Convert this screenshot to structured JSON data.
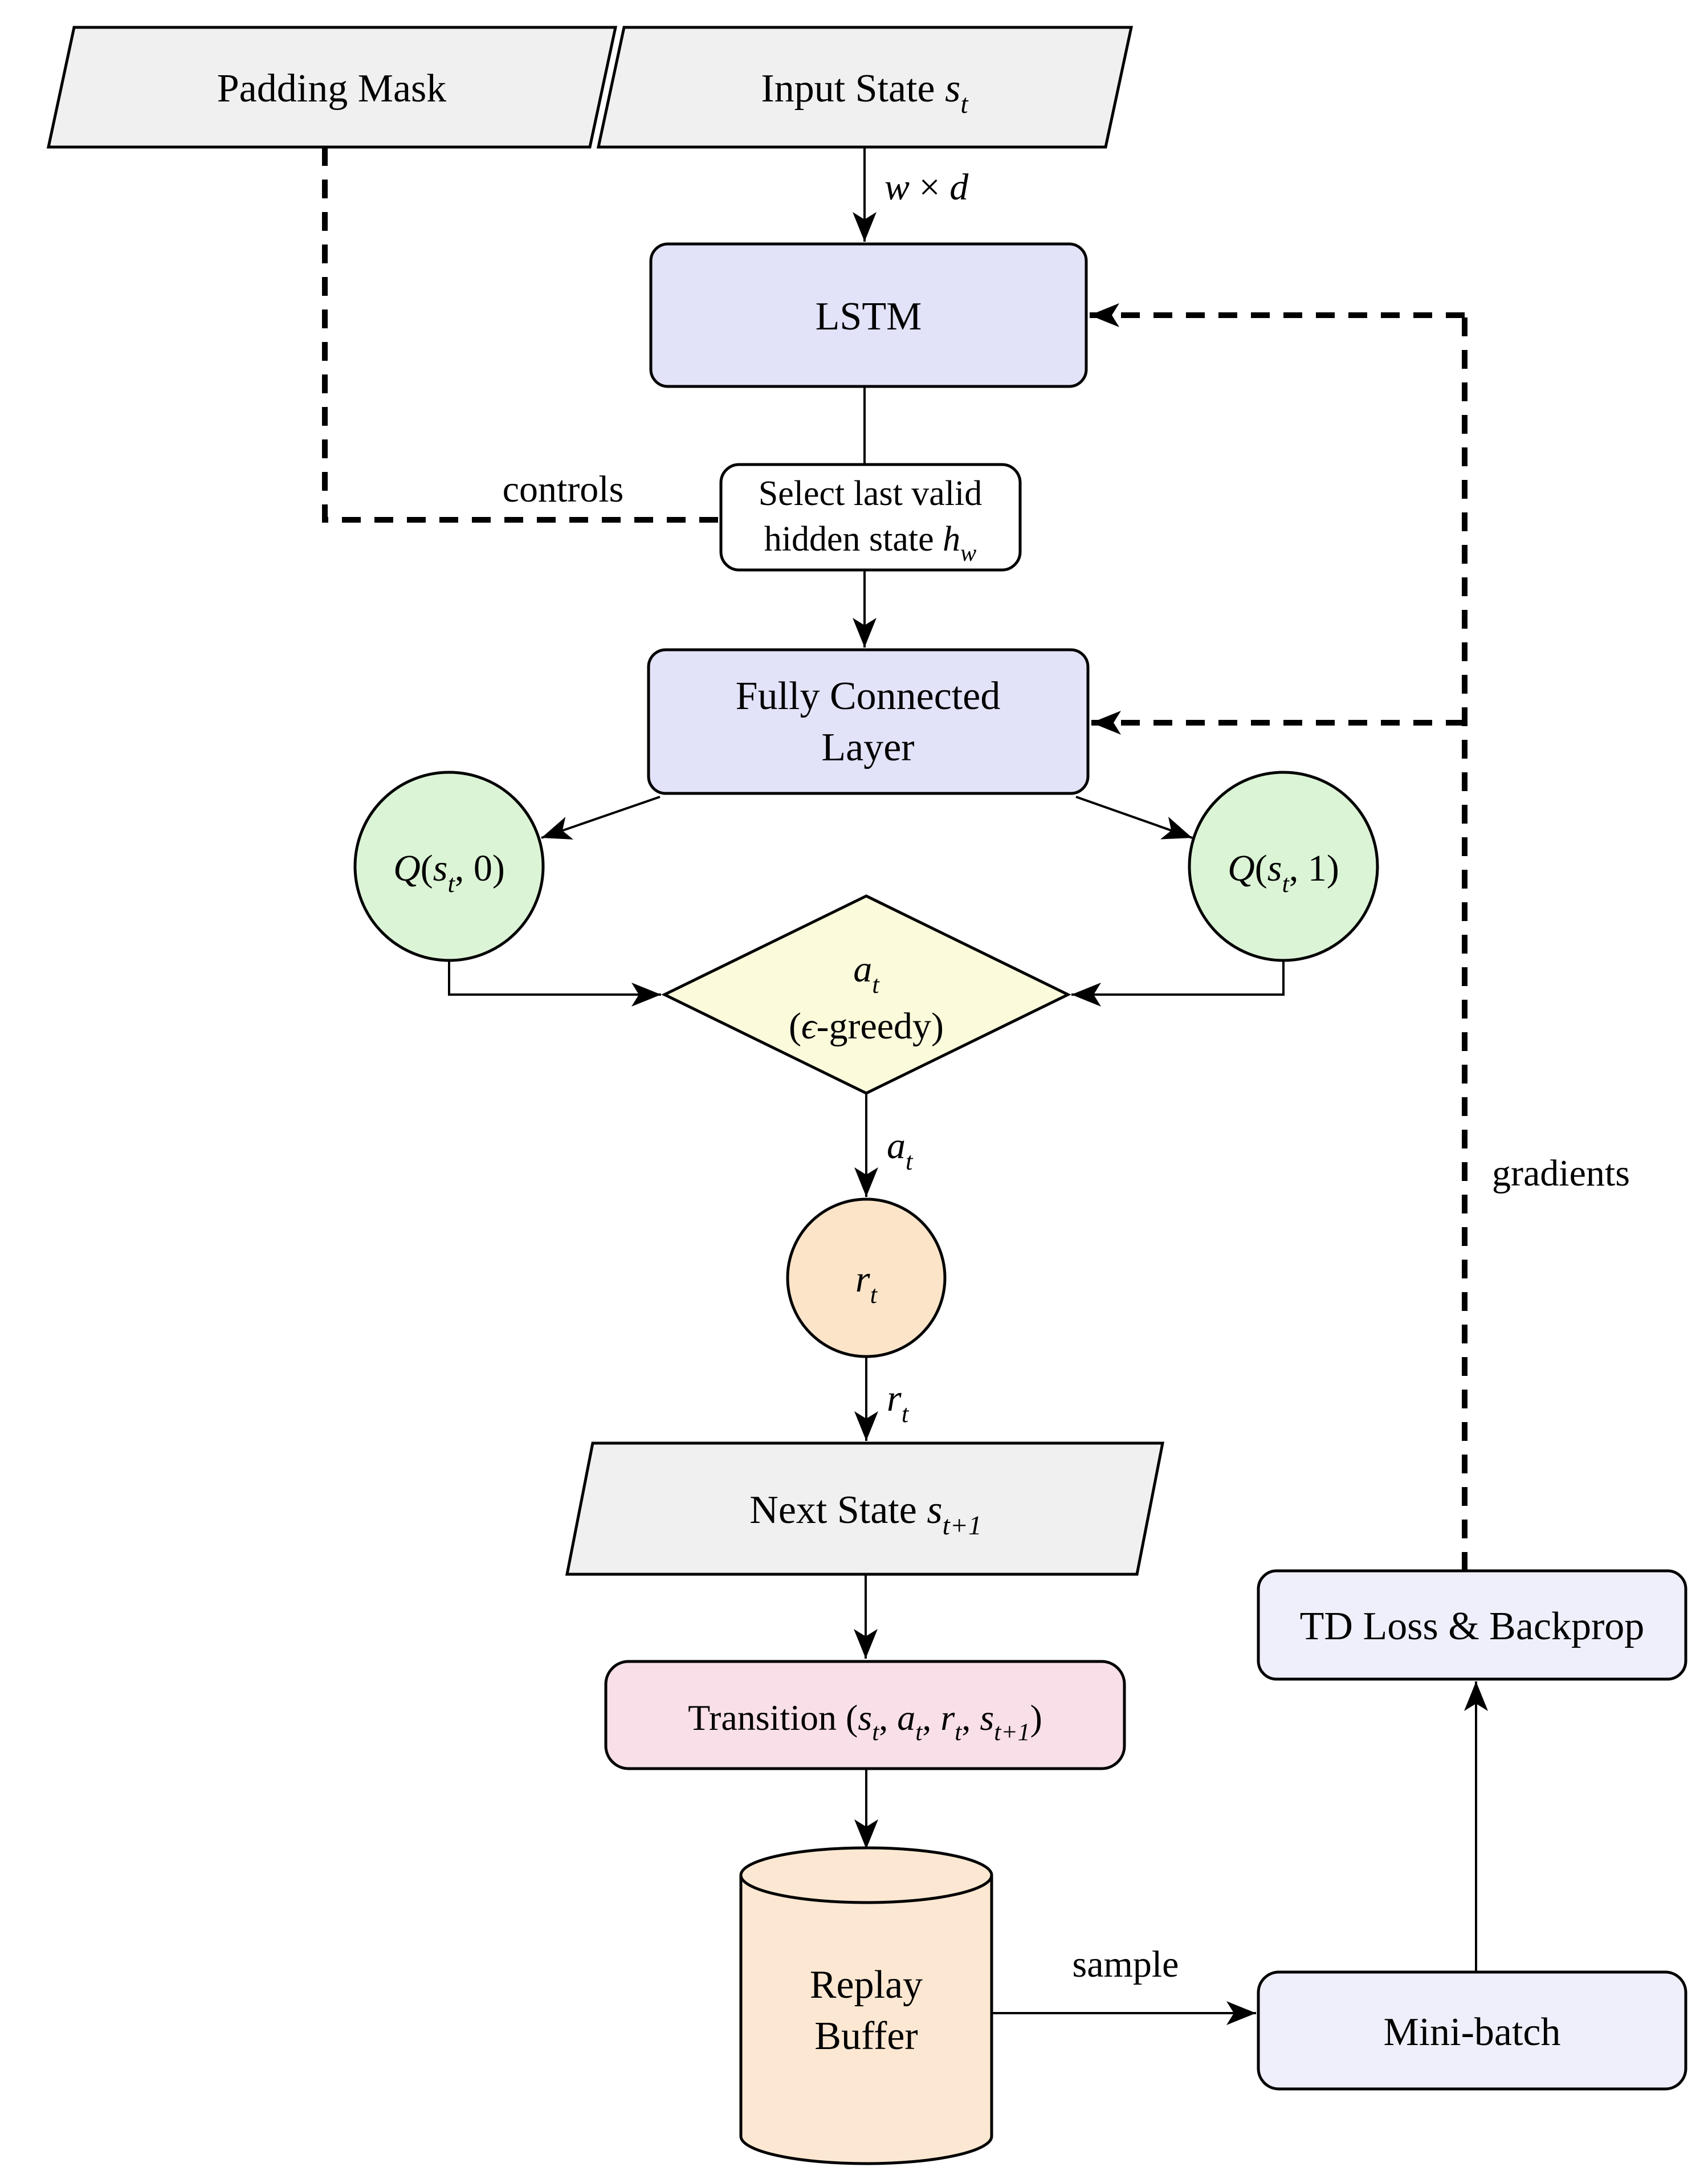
{
  "colors": {
    "border": "#000000",
    "io_fill": "#f0f0f0",
    "layer_fill": "#e2e2f8",
    "process_fill": "#ffffff",
    "q_fill": "#dcf4d6",
    "decision_fill": "#fbfadb",
    "reward_fill": "#fce4c9",
    "buffer_fill": "#fce8d2",
    "transition_fill": "#f8dfe8",
    "train_fill": "#eeeffa"
  },
  "nodes": {
    "padding_mask": {
      "parts": [
        {
          "t": "Padding Mask"
        }
      ]
    },
    "input_state": {
      "parts": [
        {
          "t": "Input State "
        },
        {
          "i": "s"
        },
        {
          "sub": "t"
        }
      ]
    },
    "lstm": {
      "parts": [
        {
          "t": "LSTM"
        }
      ]
    },
    "select_hidden": {
      "line1": [
        {
          "t": "Select last valid"
        }
      ],
      "line2": [
        {
          "t": "hidden state "
        },
        {
          "i": "h"
        },
        {
          "sub": "w"
        }
      ]
    },
    "fc": {
      "line1": [
        {
          "t": "Fully Connected"
        }
      ],
      "line2": [
        {
          "t": "Layer"
        }
      ]
    },
    "q0": {
      "parts": [
        {
          "i": "Q"
        },
        {
          "t": "("
        },
        {
          "i": "s"
        },
        {
          "sub": "t"
        },
        {
          "t": ", 0)"
        }
      ]
    },
    "q1": {
      "parts": [
        {
          "i": "Q"
        },
        {
          "t": "("
        },
        {
          "i": "s"
        },
        {
          "sub": "t"
        },
        {
          "t": ", 1)"
        }
      ]
    },
    "decision": {
      "line1": [
        {
          "i": "a"
        },
        {
          "sub": "t"
        }
      ],
      "line2": [
        {
          "t": "("
        },
        {
          "i": "ϵ"
        },
        {
          "t": "-greedy)"
        }
      ]
    },
    "reward": {
      "parts": [
        {
          "i": "r"
        },
        {
          "sub": "t"
        }
      ]
    },
    "next_state": {
      "parts": [
        {
          "t": "Next State "
        },
        {
          "i": "s"
        },
        {
          "sub": "t+1"
        }
      ]
    },
    "transition": {
      "parts": [
        {
          "t": "Transition ("
        },
        {
          "i": "s"
        },
        {
          "sub": "t"
        },
        {
          "t": ", "
        },
        {
          "i": "a"
        },
        {
          "sub": "t"
        },
        {
          "t": ", "
        },
        {
          "i": "r"
        },
        {
          "sub": "t"
        },
        {
          "t": ", "
        },
        {
          "i": "s"
        },
        {
          "sub": "t+1"
        },
        {
          "t": ")"
        }
      ]
    },
    "replay_buffer": {
      "line1": [
        {
          "t": "Replay"
        }
      ],
      "line2": [
        {
          "t": "Buffer"
        }
      ]
    },
    "mini_batch": {
      "parts": [
        {
          "t": "Mini-batch"
        }
      ]
    },
    "td_loss": {
      "parts": [
        {
          "t": "TD Loss & Backprop"
        }
      ]
    }
  },
  "edge_labels": {
    "wd": [
      {
        "i": "w"
      },
      {
        "t": " × "
      },
      {
        "i": "d"
      }
    ],
    "controls": [
      {
        "t": "controls"
      }
    ],
    "a_t": [
      {
        "i": "a"
      },
      {
        "sub": "t"
      }
    ],
    "r_t": [
      {
        "i": "r"
      },
      {
        "sub": "t"
      }
    ],
    "sample": [
      {
        "t": "sample"
      }
    ],
    "gradients": [
      {
        "t": "gradients"
      }
    ]
  }
}
